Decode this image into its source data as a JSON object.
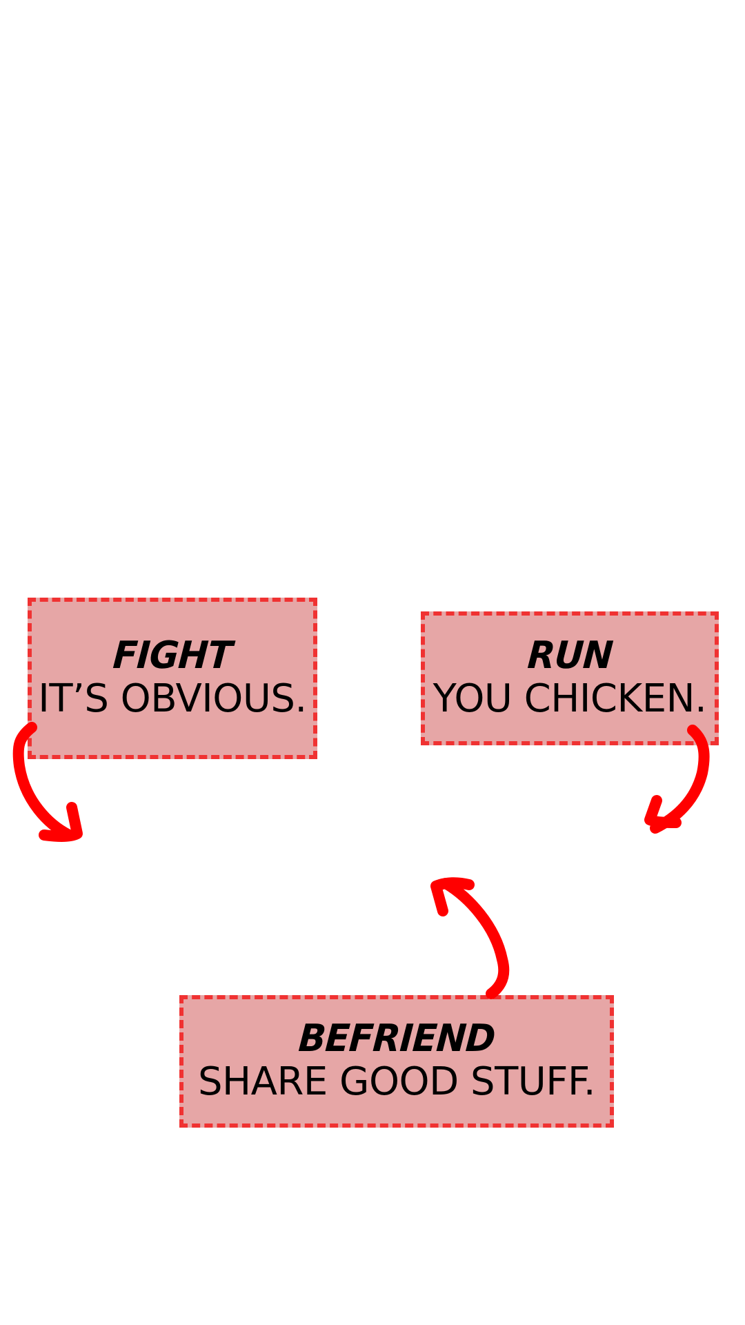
{
  "boxes": {
    "fight": {
      "heading": "FIGHT",
      "text": "IT’S OBVIOUS."
    },
    "run": {
      "heading": "RUN",
      "text": "YOU CHICKEN."
    },
    "befriend": {
      "heading": "BEFRIEND",
      "text": "SHARE GOOD STUFF."
    }
  },
  "colors": {
    "box_fill": "#e6a6a6",
    "box_border": "#f03232",
    "arrow": "#ff0000",
    "text": "#000000",
    "background": "#ffffff"
  }
}
